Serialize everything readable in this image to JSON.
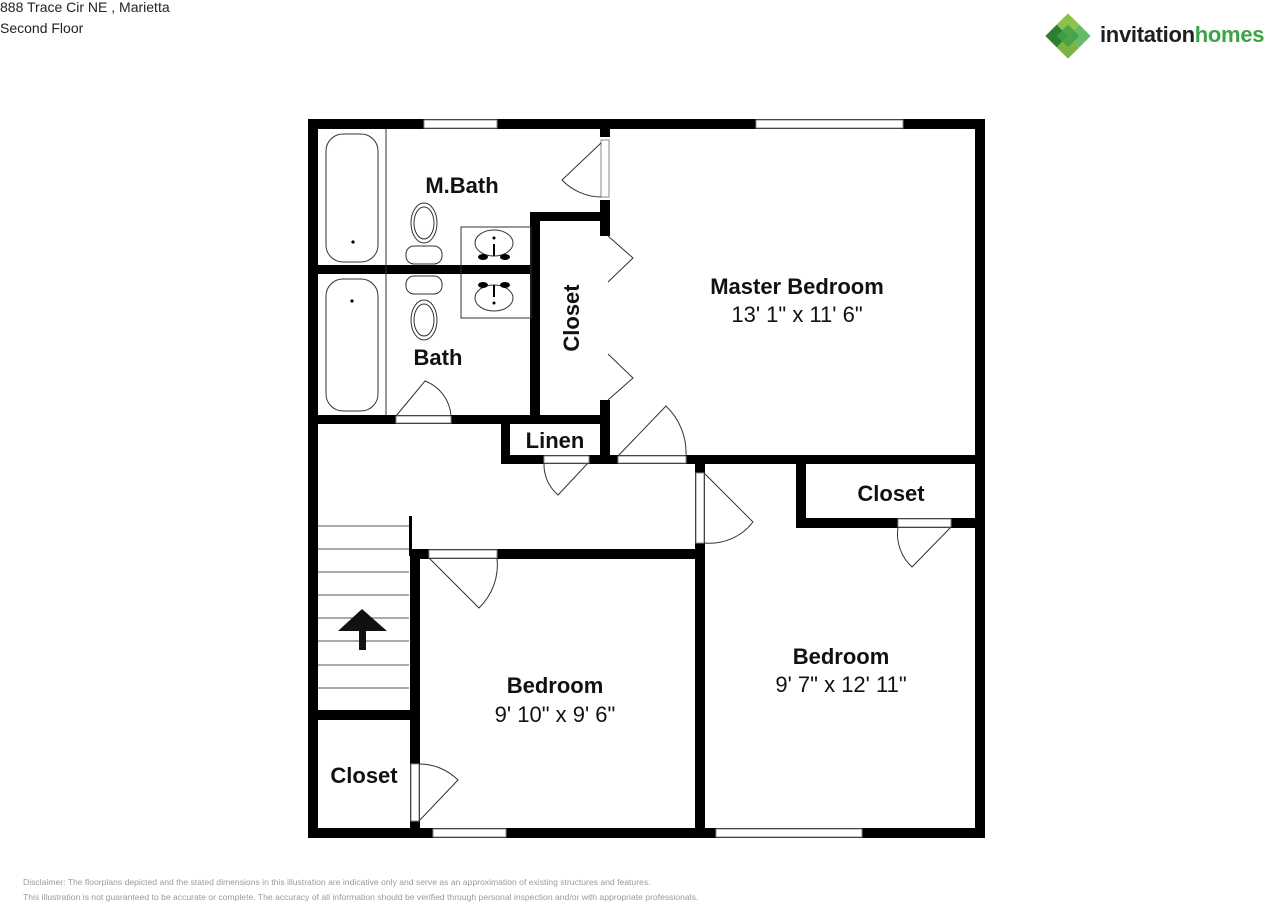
{
  "header": {
    "address": "888 Trace Cir NE , Marietta",
    "floor_label": "Second Floor"
  },
  "brand": {
    "name_part1": "invitation",
    "name_part2": "homes",
    "colors": {
      "dark_green": "#2e7d32",
      "mid_green": "#4caf50",
      "light_green": "#8bc34a",
      "text_dark": "#1f1f1f",
      "text_green": "#3aa447"
    }
  },
  "rooms": {
    "master_bath": {
      "name": "M.Bath"
    },
    "bath": {
      "name": "Bath"
    },
    "master_closet": {
      "name": "Closet"
    },
    "master_bedroom": {
      "name": "Master Bedroom",
      "dimensions": "13' 1\" x 11' 6\""
    },
    "linen": {
      "name": "Linen"
    },
    "closet_right": {
      "name": "Closet"
    },
    "bedroom_center": {
      "name": "Bedroom",
      "dimensions": "9' 10\" x 9' 6\""
    },
    "bedroom_right": {
      "name": "Bedroom",
      "dimensions": "9' 7\" x 12' 11\""
    },
    "closet_left": {
      "name": "Closet"
    }
  },
  "disclaimer": {
    "line1": "Disclaimer: The floorplans depicted and the stated dimensions in this illustration are indicative only and serve as an approximation of existing structures and features.",
    "line2": "This illustration is not guaranteed to be accurate or complete. The accuracy of all information should be verified through personal inspection and/or with appropriate professionals."
  }
}
